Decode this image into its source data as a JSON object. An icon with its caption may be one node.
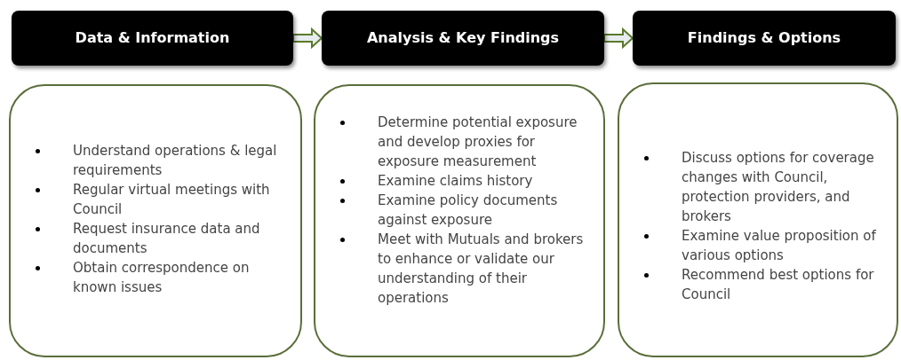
{
  "diagram": {
    "nodes": [
      {
        "text": [
          "Data & Information"
        ]
      },
      {
        "text": [
          "Analysis & Key Findings"
        ]
      },
      {
        "text": [
          "Findings & Options"
        ]
      },
      {
        "text": [
          "Understand operations & legal requirements",
          "Regular virtual meetings with Council",
          "Request insurance data and documents",
          "Obtain correspondence on known issues"
        ]
      },
      {
        "text": [
          "Determine potential exposure and develop proxies for exposure measurement",
          "Examine claims history",
          "Examine policy documents against exposure",
          "Meet with Mutuals and brokers to enhance or validate our understanding of their operations"
        ]
      },
      {
        "text": [
          "Discuss options for coverage changes with Council, protection providers, and brokers",
          "Examine value proposition of various options",
          "Recommend best options for Council"
        ]
      }
    ],
    "edges": [
      {
        "from": 0,
        "to": 1,
        "arrow": "to"
      },
      {
        "from": 1,
        "to": 2,
        "arrow": "to"
      }
    ]
  }
}
